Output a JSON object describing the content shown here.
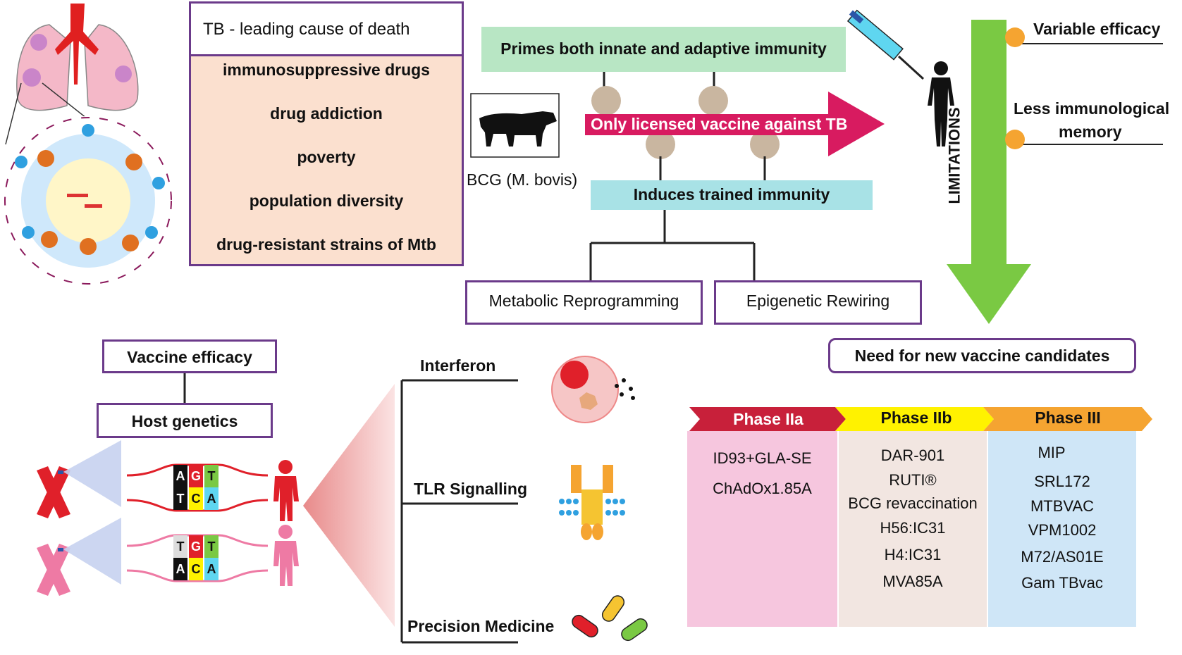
{
  "causes": {
    "title": "TB - leading cause of death",
    "items": [
      "immunosuppressive drugs",
      "drug addiction",
      "poverty",
      "population diversity",
      "drug-resistant strains of Mtb"
    ]
  },
  "bcg": {
    "primes": "Primes both innate and adaptive immunity",
    "licensed": "Only licensed vaccine against TB",
    "induces": "Induces trained immunity",
    "label": "BCG (M. bovis)",
    "metabolic": "Metabolic Reprogramming",
    "epigenetic": "Epigenetic Rewiring"
  },
  "limitations": {
    "label": "LIMITATIONS",
    "items": [
      "Variable efficacy",
      "Less immunological",
      "memory"
    ]
  },
  "need": "Need for new vaccine candidates",
  "host": {
    "efficacy": "Vaccine efficacy",
    "genetics": "Host genetics",
    "factors": [
      "Interferon",
      "TLR Signalling",
      "Precision Medicine"
    ],
    "dna_top": [
      [
        "A",
        "T"
      ],
      [
        "G",
        "C"
      ],
      [
        "T",
        "A"
      ]
    ],
    "dna_bottom": [
      [
        "T",
        "A"
      ],
      [
        "G",
        "C"
      ],
      [
        "T",
        "A"
      ]
    ]
  },
  "phases": [
    {
      "name": "Phase IIa",
      "color": "#c8203a",
      "bg": "#f6c6de",
      "items": [
        "ID93+GLA-SE",
        "ChAdOx1.85A"
      ]
    },
    {
      "name": "Phase IIb",
      "color": "#fff200",
      "bg": "#f2e6e1",
      "items": [
        "DAR-901",
        "RUTI®",
        "BCG revaccination",
        "H56:IC31",
        "H4:IC31",
        "MVA85A"
      ]
    },
    {
      "name": "Phase III",
      "color": "#f5a431",
      "bg": "#cfe6f7",
      "items": [
        "MIP",
        "SRL172",
        "MTBVAC",
        "VPM1002",
        "M72/AS01E",
        "Gam TBvac"
      ]
    }
  ],
  "colors": {
    "border": "#6b3a8a",
    "arrow": "#d81b60",
    "limit_arrow": "#7ac943",
    "primes_bg": "#b8e6c4",
    "induces_bg": "#a8e2e6",
    "causes_bg": "#fbe0cf"
  }
}
